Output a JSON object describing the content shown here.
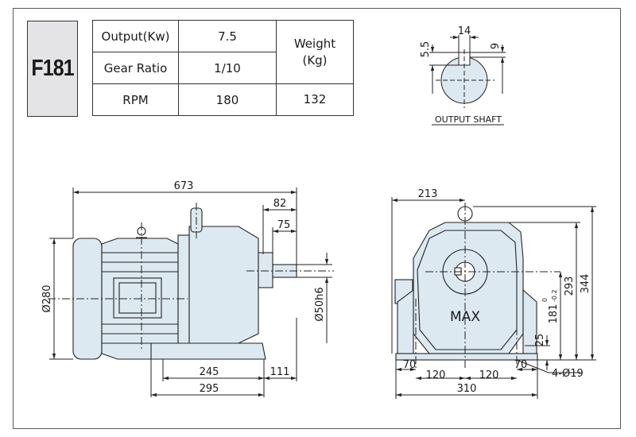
{
  "model": "F181",
  "specs": {
    "output_label": "Output(Kw)",
    "output_value": "7.5",
    "gear_ratio_label": "Gear Ratio",
    "gear_ratio_value": "1/10",
    "rpm_label": "RPM",
    "rpm_value": "180",
    "weight_label_1": "Weight",
    "weight_label_2": "(Kg)",
    "weight_value": "132"
  },
  "output_shaft": {
    "caption": "OUTPUT SHAFT",
    "dim_width": "14",
    "dim_left": "5.5",
    "dim_right": "9"
  },
  "side_view": {
    "overall_length": "673",
    "shaft_82": "82",
    "shaft_75": "75",
    "motor_dia": "Ø280",
    "shaft_dia": "Ø50h6",
    "base_245": "245",
    "base_295": "295",
    "end_111": "111"
  },
  "front_view": {
    "label_max": "MAX",
    "width_213": "213",
    "height_293": "293",
    "height_344": "344",
    "center_height": "181",
    "center_tol": "0",
    "center_tol_low": "-0.2",
    "foot_25": "25",
    "foot_70_left": "70",
    "foot_70_right": "70",
    "half_120_left": "120",
    "half_120_right": "120",
    "base_310": "310",
    "holes": "4-Ø19"
  },
  "colors": {
    "fill": "#dde9f1",
    "line": "#222222",
    "model_box": "#e4e4e6"
  }
}
